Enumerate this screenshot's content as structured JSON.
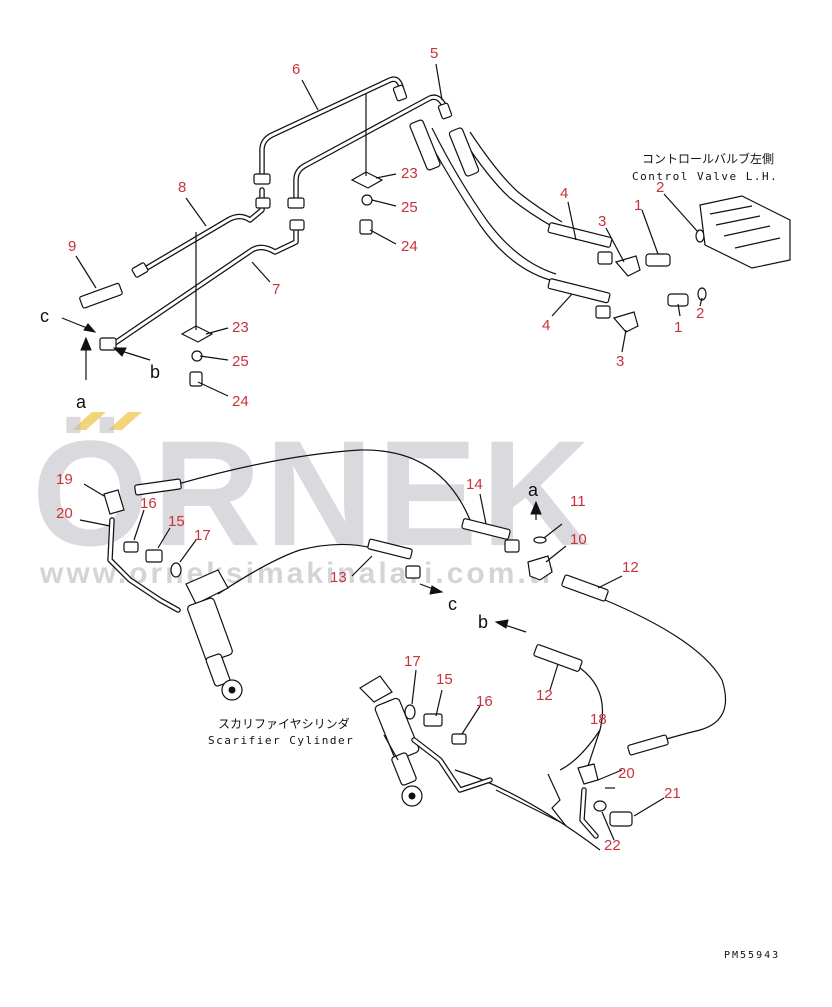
{
  "callouts": [
    {
      "id": "c-6",
      "text": "6"
    },
    {
      "id": "c-5",
      "text": "5"
    },
    {
      "id": "c-8",
      "text": "8"
    },
    {
      "id": "c-23a",
      "text": "23"
    },
    {
      "id": "c-25a",
      "text": "25"
    },
    {
      "id": "c-24a",
      "text": "24"
    },
    {
      "id": "c-9",
      "text": "9"
    },
    {
      "id": "c-7",
      "text": "7"
    },
    {
      "id": "c-23b",
      "text": "23"
    },
    {
      "id": "c-25b",
      "text": "25"
    },
    {
      "id": "c-24b",
      "text": "24"
    },
    {
      "id": "c-4a",
      "text": "4"
    },
    {
      "id": "c-3a",
      "text": "3"
    },
    {
      "id": "c-1a",
      "text": "1"
    },
    {
      "id": "c-2a",
      "text": "2"
    },
    {
      "id": "c-4b",
      "text": "4"
    },
    {
      "id": "c-1b",
      "text": "1"
    },
    {
      "id": "c-2b",
      "text": "2"
    },
    {
      "id": "c-3b",
      "text": "3"
    },
    {
      "id": "c-19",
      "text": "19"
    },
    {
      "id": "c-16a",
      "text": "16"
    },
    {
      "id": "c-20a",
      "text": "20"
    },
    {
      "id": "c-15a",
      "text": "15"
    },
    {
      "id": "c-17a",
      "text": "17"
    },
    {
      "id": "c-14",
      "text": "14"
    },
    {
      "id": "c-11",
      "text": "11"
    },
    {
      "id": "c-10",
      "text": "10"
    },
    {
      "id": "c-13",
      "text": "13"
    },
    {
      "id": "c-12a",
      "text": "12"
    },
    {
      "id": "c-12b",
      "text": "12"
    },
    {
      "id": "c-17b",
      "text": "17"
    },
    {
      "id": "c-15b",
      "text": "15"
    },
    {
      "id": "c-16b",
      "text": "16"
    },
    {
      "id": "c-18",
      "text": "18"
    },
    {
      "id": "c-20b",
      "text": "20"
    },
    {
      "id": "c-21",
      "text": "21"
    },
    {
      "id": "c-22",
      "text": "22"
    }
  ],
  "arrow_labels": [
    {
      "id": "lbl-c-top",
      "text": "c"
    },
    {
      "id": "lbl-b-top",
      "text": "b"
    },
    {
      "id": "lbl-a-top",
      "text": "a"
    },
    {
      "id": "lbl-a-mid",
      "text": "a"
    },
    {
      "id": "lbl-c-mid",
      "text": "c"
    },
    {
      "id": "lbl-b-mid",
      "text": "b"
    }
  ],
  "captions": {
    "control_valve_jp": "コントロールバルブ左側",
    "control_valve_en": "Control Valve L.H.",
    "scarifier_jp": "スカリファイヤシリンダ",
    "scarifier_en": "Scarifier Cylinder"
  },
  "drawing_code": "PM55943",
  "watermark": {
    "brand": "ÖRNEK",
    "url": "www.orneksimakinalari.com.tr",
    "accent_color": "#f2d47a",
    "text_color": "#bdbdc4"
  },
  "colors": {
    "callout": "#c8323a",
    "line": "#111111"
  }
}
